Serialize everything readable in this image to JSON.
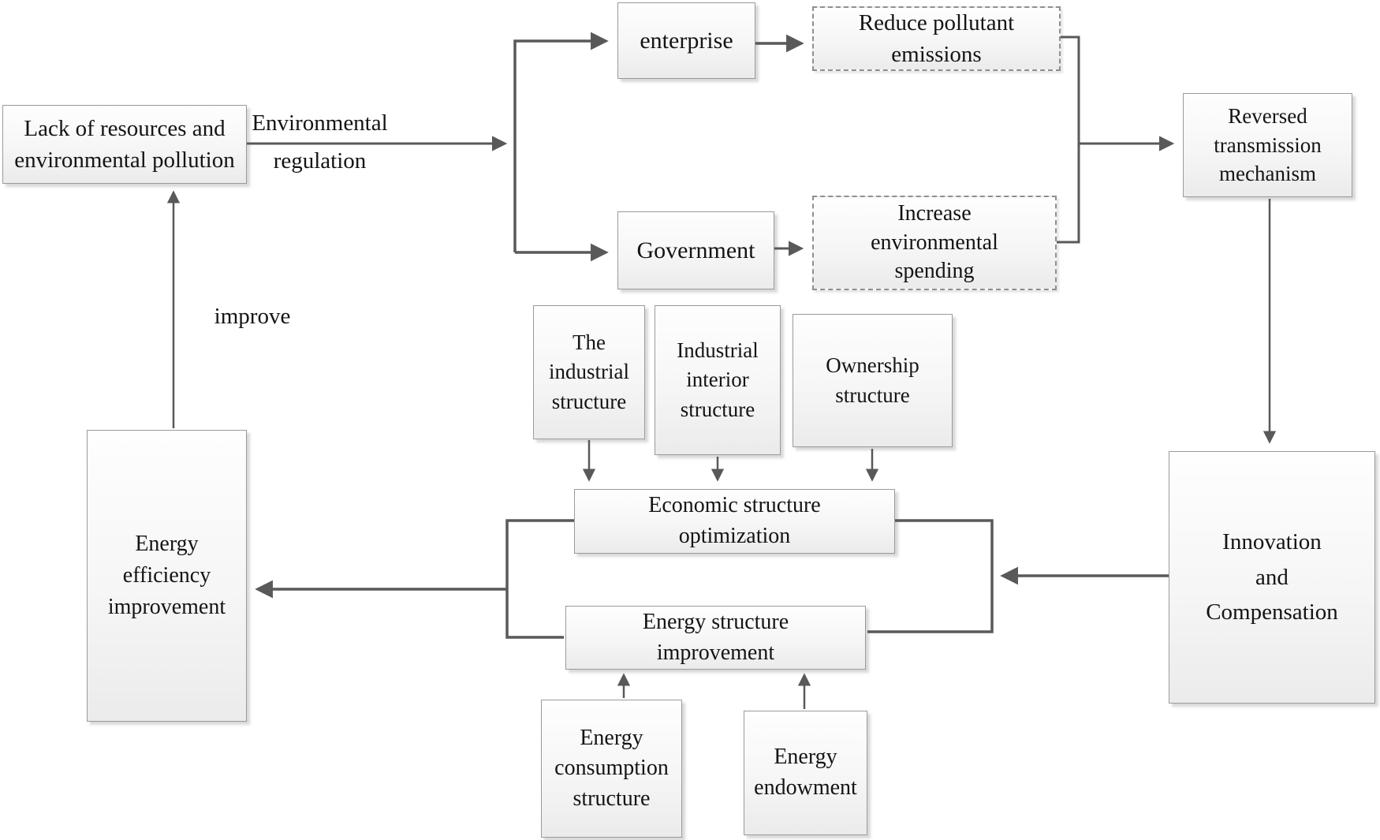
{
  "diagram": {
    "nodes": {
      "lack": {
        "label": "Lack of resources and\nenvironmental pollution"
      },
      "enterprise": {
        "label": "enterprise"
      },
      "reduce": {
        "label": "Reduce pollutant\nemissions"
      },
      "government": {
        "label": "Government"
      },
      "increase": {
        "label": "Increase\nenvironmental\nspending"
      },
      "reversed": {
        "label": "Reversed\ntransmission\nmechanism"
      },
      "industrial": {
        "label": "The\nindustrial\nstructure"
      },
      "interior": {
        "label": "Industrial\ninterior\nstructure"
      },
      "ownership": {
        "label": "Ownership\nstructure"
      },
      "economic": {
        "label": "Economic structure\noptimization"
      },
      "energy_structure": {
        "label": "Energy structure\nimprovement"
      },
      "energy_efficiency": {
        "label": "Energy\nefficiency\nimprovement"
      },
      "innovation": {
        "label": "Innovation\nand\nCompensation"
      },
      "consumption": {
        "label": "Energy\nconsumption\nstructure"
      },
      "endowment": {
        "label": "Energy\nendowment"
      }
    },
    "edge_labels": {
      "environmental_regulation": "Environmental\nregulation",
      "improve": "improve"
    },
    "colors": {
      "line": "#595959",
      "box_border": "#9a9a9a",
      "text": "#141414"
    }
  }
}
